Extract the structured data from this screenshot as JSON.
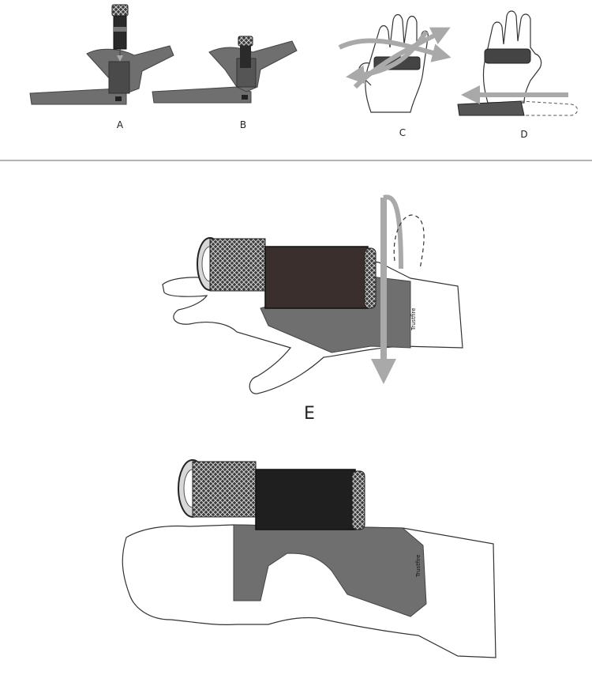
{
  "steps": {
    "a": "A",
    "b": "B",
    "c": "C",
    "d": "D",
    "e": "E"
  },
  "brand_mark": "Trustfire",
  "colors": {
    "strap": "#6f6f6f",
    "strap_dark": "#555555",
    "arrow": "#a9a9a9",
    "torch": "#2a2a2a",
    "torch_sleeve": "#3a2f2c",
    "outline": "#333333",
    "divider": "#999999"
  }
}
